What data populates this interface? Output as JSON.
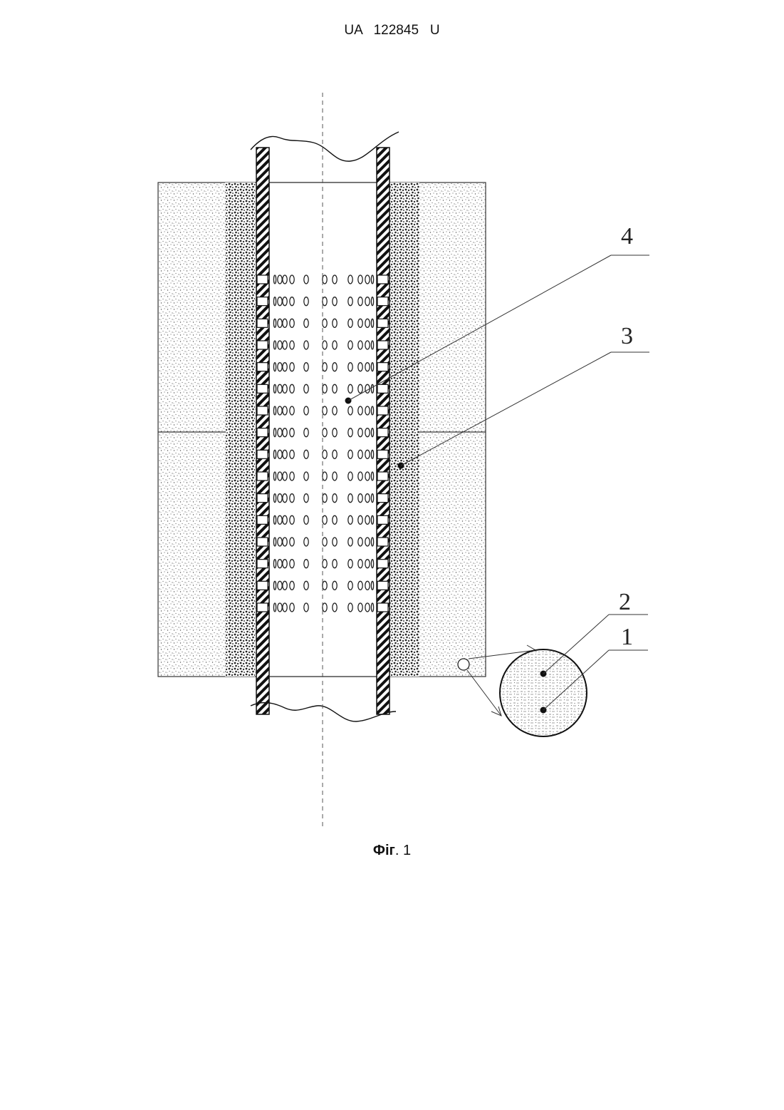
{
  "header": {
    "patent_number": "UA   122845   U"
  },
  "figure": {
    "caption_prefix": "Фіг",
    "caption_suffix": ". 1",
    "labels": {
      "one": "1",
      "two": "2",
      "three": "3",
      "four": "4"
    }
  }
}
